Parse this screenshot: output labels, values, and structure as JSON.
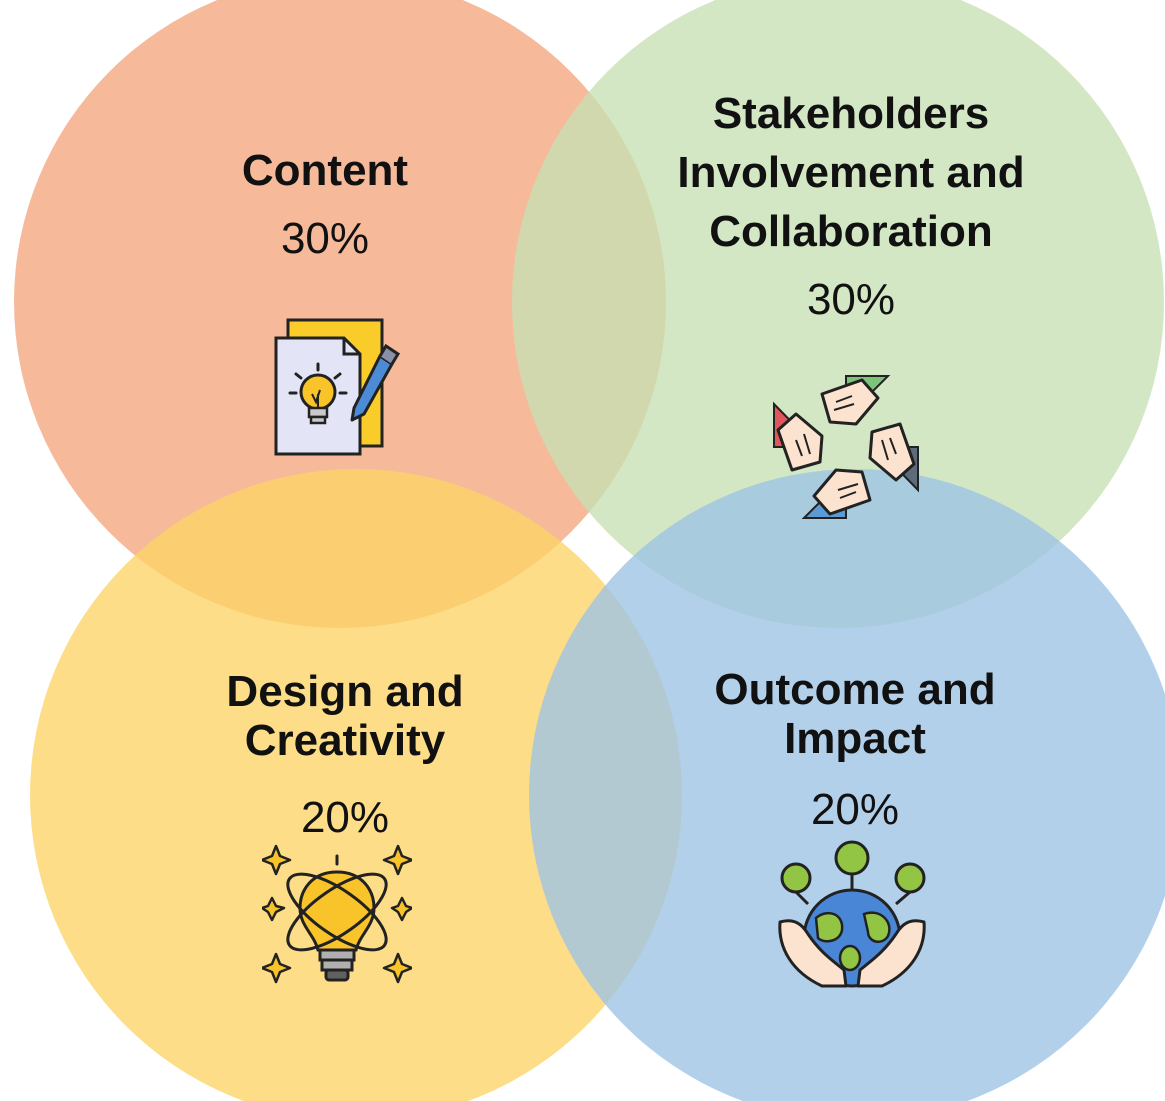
{
  "quadrants": [
    {
      "title_lines": [
        "Content"
      ],
      "percent": "30%",
      "color": "#F4A67E",
      "icon": "idea-document-pencil-icon"
    },
    {
      "title_lines": [
        "Stakeholders",
        "Involvement and",
        "Collaboration"
      ],
      "percent": "30%",
      "color": "#C7E0B4",
      "icon": "hands-teamwork-icon"
    },
    {
      "title_lines": [
        "Design and",
        "Creativity"
      ],
      "percent": "20%",
      "color": "#FDD366",
      "icon": "lightbulb-atom-icon"
    },
    {
      "title_lines": [
        "Outcome and",
        "Impact"
      ],
      "percent": "20%",
      "color": "#9DC3E6",
      "icon": "earth-hands-plants-icon"
    }
  ]
}
